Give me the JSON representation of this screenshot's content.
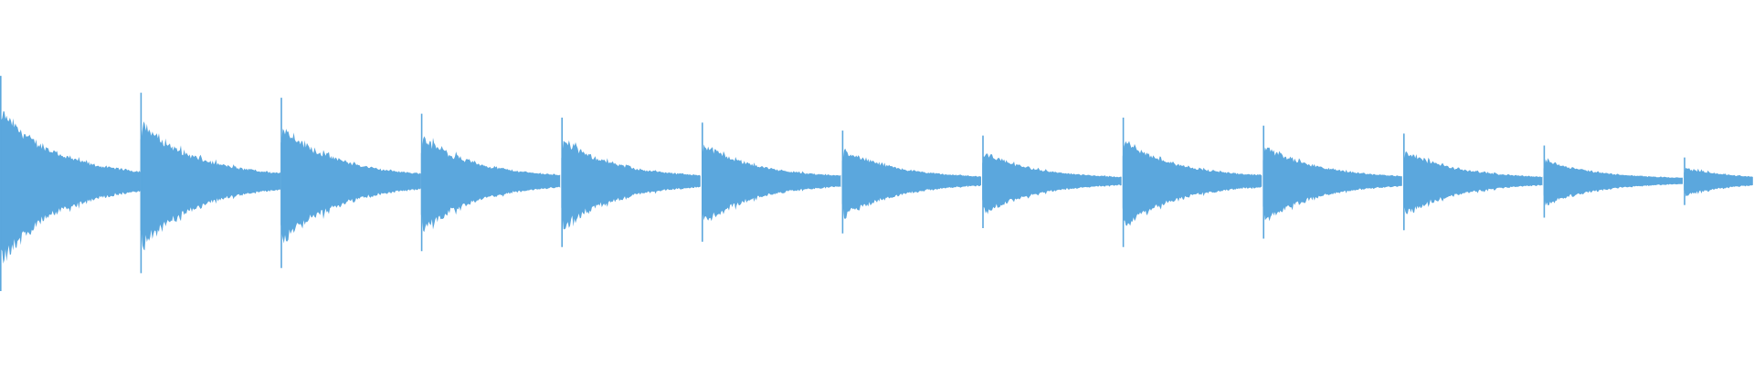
{
  "waveform": {
    "color": "#5BA7DD",
    "background": "#FFFFFF",
    "hit_count": 13,
    "hit_peak_levels": [
      1.0,
      0.83,
      0.78,
      0.62,
      0.58,
      0.53,
      0.45,
      0.4,
      0.58,
      0.5,
      0.42,
      0.3,
      0.18
    ]
  }
}
